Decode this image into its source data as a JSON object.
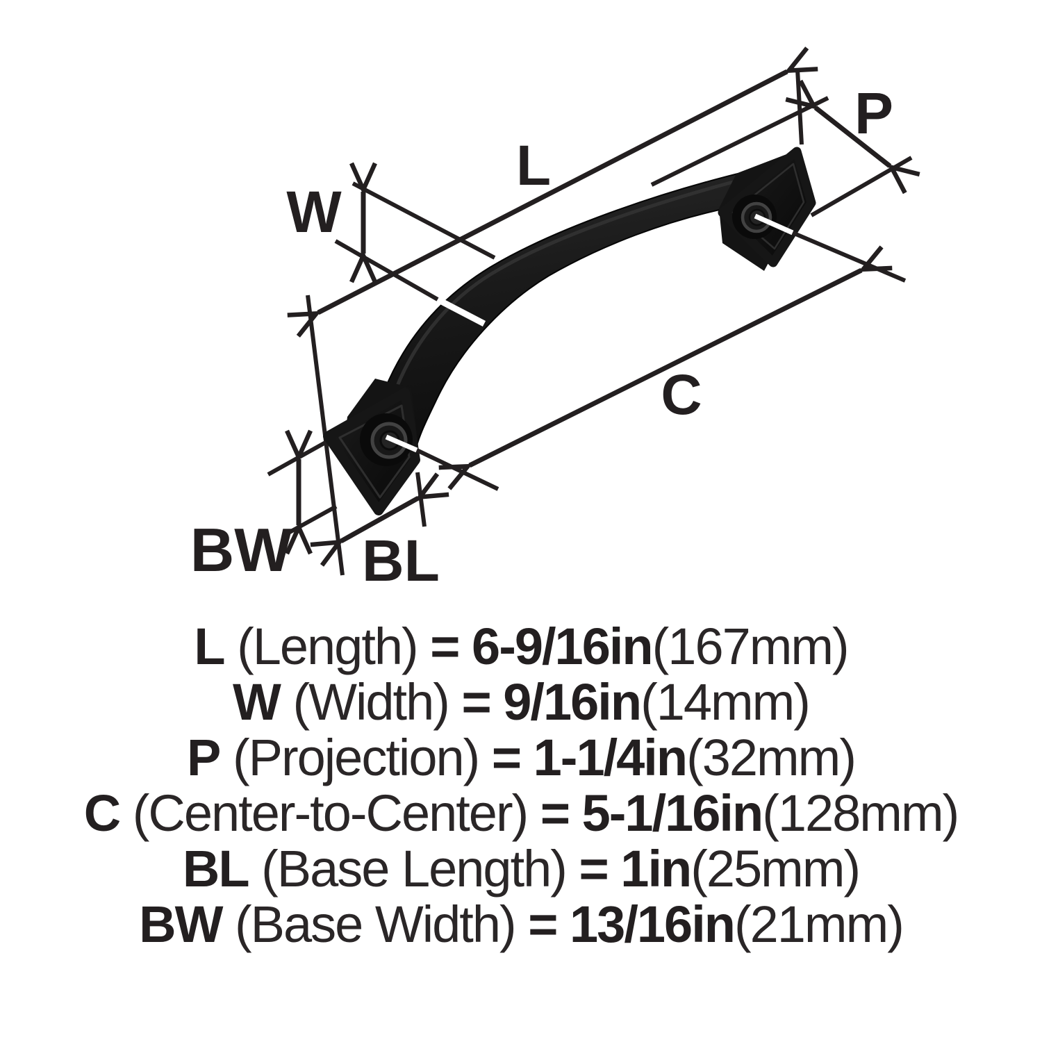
{
  "diagram": {
    "labels": {
      "length": "L",
      "width": "W",
      "projection": "P",
      "center": "C",
      "base_width": "BW",
      "base_length": "BL"
    }
  },
  "specs": [
    {
      "symbol": "L",
      "descriptor": "(Length)",
      "equals": "=",
      "value": "6-9/16in",
      "metric": "(167mm)"
    },
    {
      "symbol": "W",
      "descriptor": "(Width)",
      "equals": "=",
      "value": "9/16in",
      "metric": "(14mm)"
    },
    {
      "symbol": "P",
      "descriptor": "(Projection)",
      "equals": "=",
      "value": "1-1/4in",
      "metric": "(32mm)"
    },
    {
      "symbol": "C",
      "descriptor": "(Center-to-Center)",
      "equals": "=",
      "value": "5-1/16in",
      "metric": "(128mm)"
    },
    {
      "symbol": "BL",
      "descriptor": "(Base Length)",
      "equals": "=",
      "value": "1in",
      "metric": "(25mm)"
    },
    {
      "symbol": "BW",
      "descriptor": "(Base Width)",
      "equals": "=",
      "value": "13/16in",
      "metric": "(21mm)"
    }
  ],
  "colors": {
    "ink": "#231f20",
    "background": "#ffffff",
    "handle_black": "#161616",
    "gap_white": "#ffffff"
  }
}
